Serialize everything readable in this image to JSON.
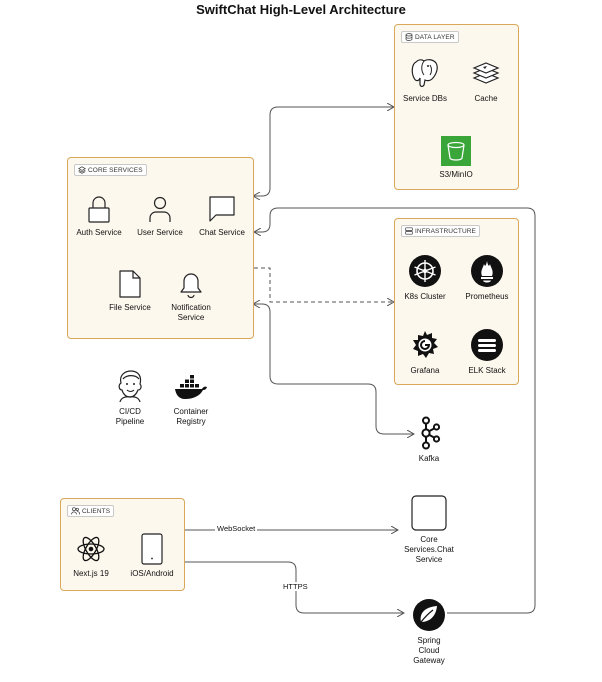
{
  "title": "SwiftChat High-Level Architecture",
  "groups": {
    "data_layer": "DATA LAYER",
    "core_services": "CORE SERVICES",
    "infrastructure": "INFRASTRUCTURE",
    "clients": "CLIENTS"
  },
  "nodes": {
    "service_dbs": "Service DBs",
    "cache": "Cache",
    "s3": "S3/MinIO",
    "auth": "Auth Service",
    "user": "User Service",
    "chat": "Chat Service",
    "file": "File Service",
    "notification_1": "Notification",
    "notification_2": "Service",
    "k8s": "K8s Cluster",
    "prometheus": "Prometheus",
    "grafana": "Grafana",
    "elk": "ELK Stack",
    "cicd_1": "CI/CD",
    "cicd_2": "Pipeline",
    "registry_1": "Container",
    "registry_2": "Registry",
    "kafka": "Kafka",
    "nextjs": "Next.js 19",
    "ios": "iOS/Android",
    "core_chat_1": "Core",
    "core_chat_2": "Services.Chat",
    "core_chat_3": "Service",
    "gateway_1": "Spring",
    "gateway_2": "Cloud",
    "gateway_3": "Gateway"
  },
  "edges": {
    "websocket": "WebSocket",
    "https": "HTTPS"
  },
  "colors": {
    "group_border": "#d9a85b",
    "group_fill": "#fdf8ee",
    "s3_green": "#3aa63a",
    "edge": "#555555"
  },
  "icons": [
    "postgres-icon",
    "redis-icon",
    "bucket-icon",
    "lock-icon",
    "user-icon",
    "chat-bubble-icon",
    "file-icon",
    "bell-icon",
    "kubernetes-icon",
    "prometheus-icon",
    "grafana-icon",
    "elk-icon",
    "jenkins-icon",
    "docker-icon",
    "kafka-icon",
    "react-icon",
    "phone-icon",
    "spring-icon"
  ]
}
